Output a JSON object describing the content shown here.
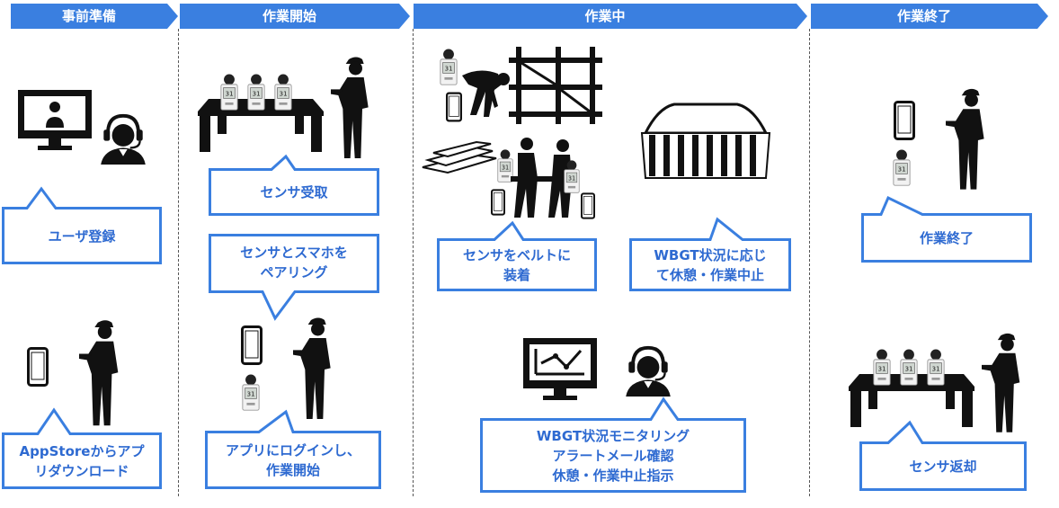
{
  "phases": [
    {
      "label": "事前準備"
    },
    {
      "label": "作業開始"
    },
    {
      "label": "作業中"
    },
    {
      "label": "作業終了"
    }
  ],
  "callouts": {
    "user_registration": "ユーザ登録",
    "app_download_line1": "AppStoreからアプ",
    "app_download_line2": "リダウンロード",
    "sensor_receive": "センサ受取",
    "pairing_line1": "センサとスマホを",
    "pairing_line2": "ペアリング",
    "app_login_line1": "アプリにログインし、",
    "app_login_line2": "作業開始",
    "belt_line1": "センサをベルトに",
    "belt_line2": "装着",
    "wbgt_rest_line1": "WBGT状況に応じ",
    "wbgt_rest_line2": "て休憩・作業中止",
    "monitor_line1": "WBGT状況モニタリング",
    "monitor_line2": "アラートメール確認",
    "monitor_line3": "休憩・作業中止指示",
    "work_end": "作業終了",
    "sensor_return": "センサ返却"
  },
  "colors": {
    "accent": "#3a7fe0",
    "text_accent": "#2e6ad1",
    "icon": "#111111"
  }
}
